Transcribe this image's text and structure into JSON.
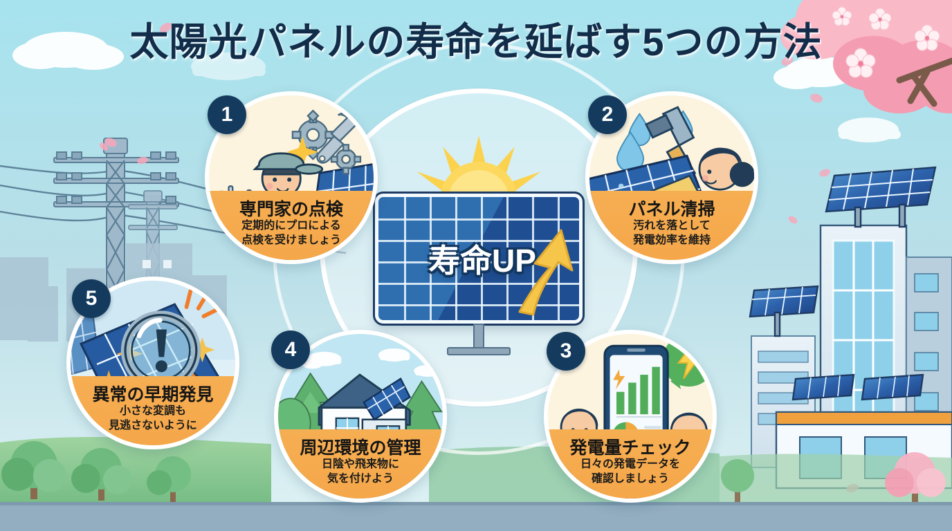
{
  "title": "太陽光パネルの寿命を延ばす5つの方法",
  "center": {
    "label": "寿命UP",
    "icon": "solar-panel-with-up-arrow"
  },
  "colors": {
    "sky": "#b4e7f0",
    "caption_band": "#f5a74a",
    "badge": "#143b5e",
    "title_text": "#122d4a",
    "panel_blue": "#2f6fb0",
    "panel_dark_blue": "#1f4f92",
    "sun_yellow": "#f9cráp"
  },
  "cards": [
    {
      "number": "1",
      "title": "専門家の点検",
      "sub_line1": "定期的にプロによる",
      "sub_line2": "点検を受けましょう",
      "art": "inspector-with-clipboard-gears-wrench-solar-panel"
    },
    {
      "number": "2",
      "title": "パネル清掃",
      "sub_line1": "汚れを落として",
      "sub_line2": "発電効率を維持",
      "art": "woman-cleaning-panel-with-brush-squeegee-water-drops"
    },
    {
      "number": "3",
      "title": "発電量チェック",
      "sub_line1": "日々の発電データを",
      "sub_line2": "確認しましょう",
      "art": "family-with-smartphone-bar-chart-pie-chart-lightning"
    },
    {
      "number": "4",
      "title": "周辺環境の管理",
      "sub_line1": "日陰や飛来物に",
      "sub_line2": "気を付けよう",
      "art": "house-with-rooftop-solar-panel-and-trees"
    },
    {
      "number": "5",
      "title": "異常の早期発見",
      "sub_line1": "小さな変調も",
      "sub_line2": "見逃さないように",
      "art": "magnifier-with-exclamation-over-solar-panel"
    }
  ],
  "background": {
    "left": "power-transmission-towers-and-city-buildings",
    "right": "office-buildings-with-rooftop-solar-panels",
    "top_right": "cherry-blossom-branch",
    "clouds": "white-clouds",
    "petals": "falling-sakura-petals",
    "bottom": "grass-and-trees-and-road"
  }
}
